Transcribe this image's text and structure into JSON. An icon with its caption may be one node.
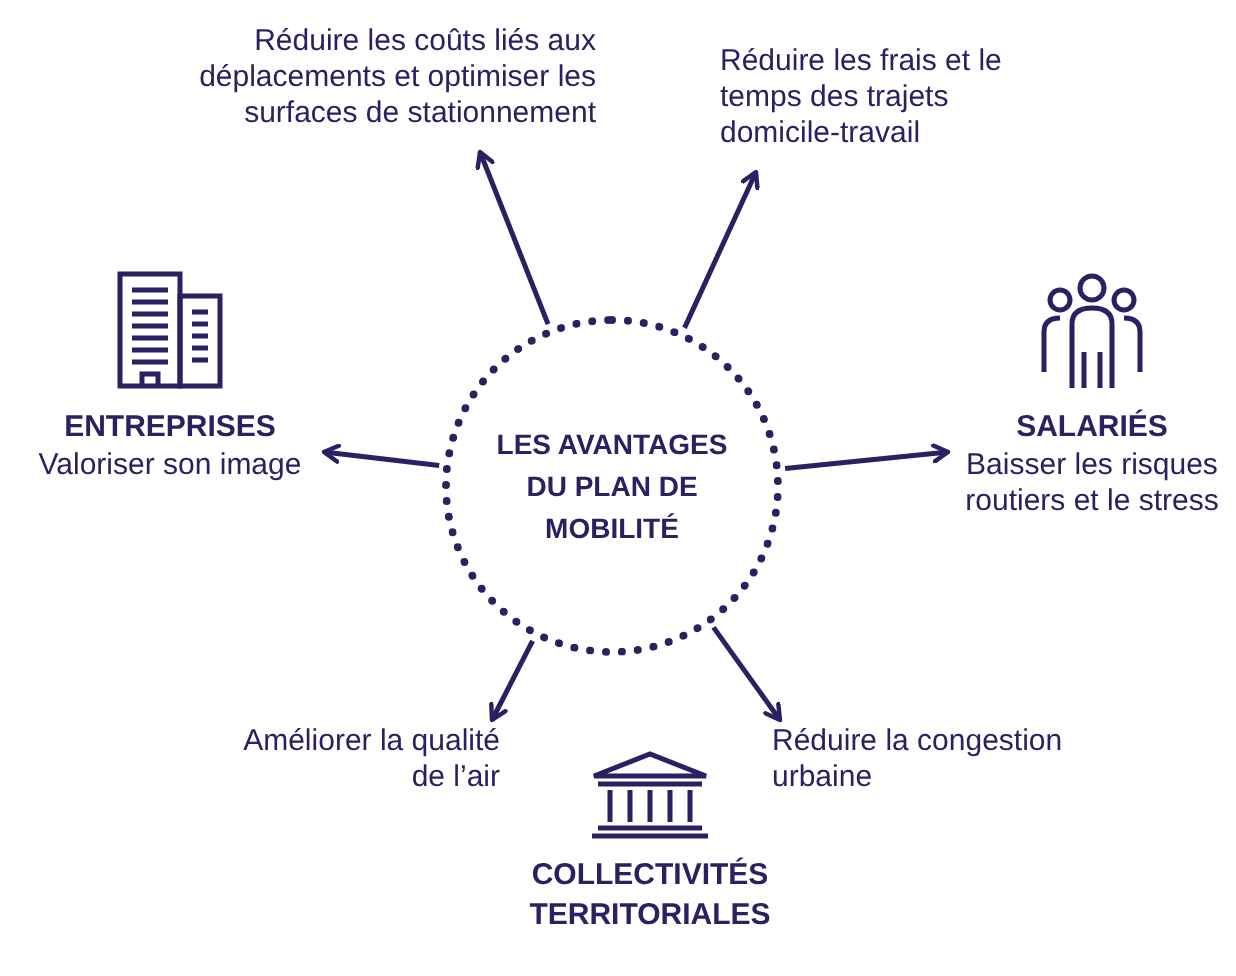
{
  "diagram": {
    "nodes": [
      {
        "text": [
          "LES AVANTAGES DU PLAN DE MOBILITÉ"
        ]
      },
      {
        "text": [
          "Réduire les coûts liés aux déplacements et optimiser les surfaces de stationnement"
        ]
      },
      {
        "text": [
          "Réduire les frais et le temps des trajets domicile-travail"
        ]
      },
      {
        "text": [
          "SALARIÉS",
          "Baisser les risques routiers et le stress"
        ]
      },
      {
        "text": [
          "Réduire la congestion urbaine"
        ]
      },
      {
        "text": [
          "COLLECTIVITÉS TERRITORIALES"
        ]
      },
      {
        "text": [
          "Améliorer la qualité de l’air"
        ]
      },
      {
        "text": [
          "ENTREPRISES",
          "Valoriser son image"
        ]
      }
    ],
    "edges": [
      {
        "from": 0,
        "to": 1,
        "arrow": "to"
      },
      {
        "from": 0,
        "to": 2,
        "arrow": "to"
      },
      {
        "from": 0,
        "to": 3,
        "arrow": "to"
      },
      {
        "from": 0,
        "to": 4,
        "arrow": "to"
      },
      {
        "from": 0,
        "to": 6,
        "arrow": "to"
      },
      {
        "from": 0,
        "to": 7,
        "arrow": "to"
      }
    ]
  }
}
